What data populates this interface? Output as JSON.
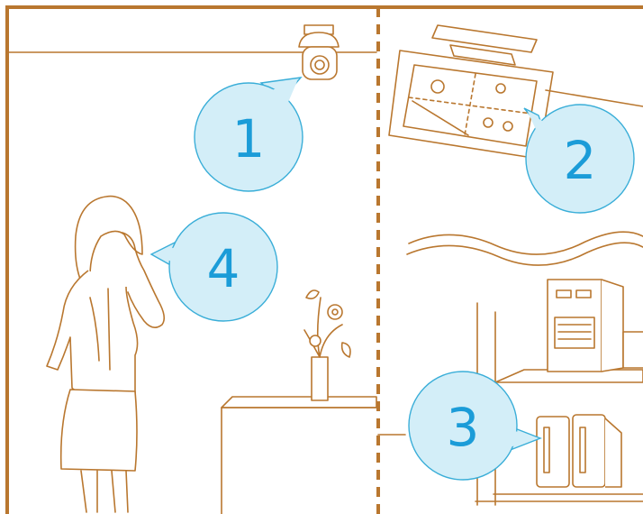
{
  "callouts": {
    "c1": "1",
    "c2": "2",
    "c3": "3",
    "c4": "4"
  },
  "icons": [
    "dome-camera-icon",
    "monitor-icon",
    "recorder-icon",
    "woman-on-phone-icon",
    "flower-vase-icon"
  ],
  "colors": {
    "line": "#b9772f",
    "callout_fill": "#d3eef8",
    "callout_stroke": "#3aaed8",
    "number": "#1b9cd8"
  }
}
